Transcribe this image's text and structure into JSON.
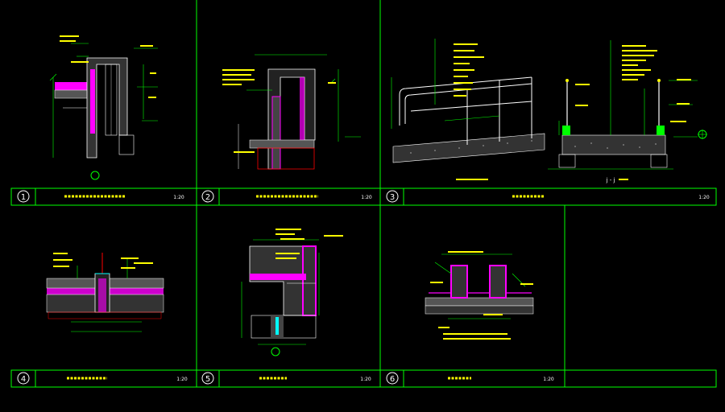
{
  "colors": {
    "frame": "#00ff00",
    "line": "#ffffff",
    "magenta": "#ff00ff",
    "yellow": "#ffff00",
    "red": "#ff0000",
    "cyan": "#00ffff",
    "background": "#000000"
  },
  "panels": [
    {
      "number": "1",
      "scale": "1:20"
    },
    {
      "number": "2",
      "scale": "1:20"
    },
    {
      "number": "3",
      "scale": "1:20"
    },
    {
      "number": "4",
      "scale": "1:20"
    },
    {
      "number": "5",
      "scale": "1:20"
    },
    {
      "number": "6",
      "scale": "1:20"
    }
  ],
  "section_marks": {
    "panel3_section": "j - j"
  }
}
